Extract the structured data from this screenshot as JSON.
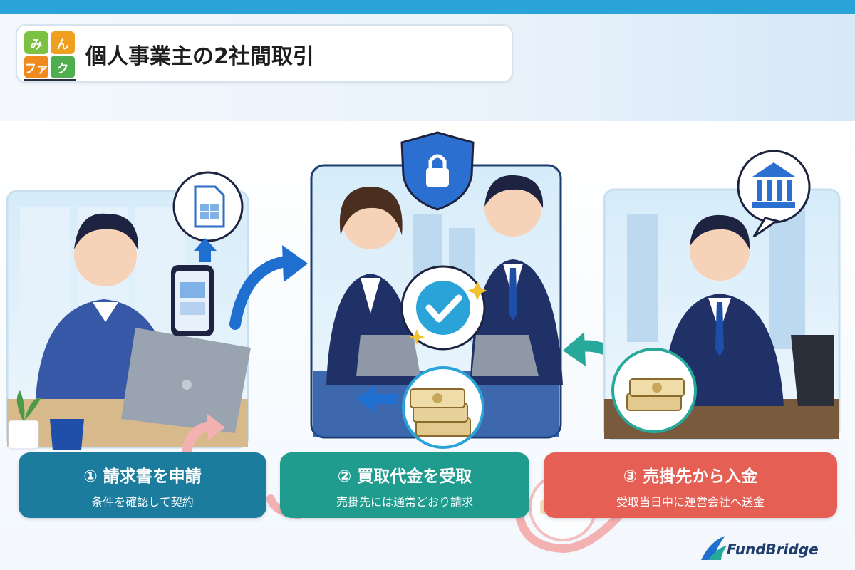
{
  "header": {
    "logo_tiles": [
      "み",
      "ん",
      "ファ",
      "ク"
    ],
    "title": "個人事業主の2社間取引"
  },
  "steps": [
    {
      "label": "① 請求書を申請",
      "desc": "条件を確認して契約",
      "color": "#1b7c9d"
    },
    {
      "label": "② 買取代金を受取",
      "desc": "売掛先には通常どおり請求",
      "color": "#1f9c8e"
    },
    {
      "label": "③ 売掛先から入金",
      "desc": "受取当日中に運営会社へ送金",
      "color": "#e65f55"
    }
  ],
  "icons": [
    "document-icon",
    "shield-lock-icon",
    "checkmark-icon",
    "bank-icon",
    "money-icon"
  ],
  "colors": {
    "accent": "#2aa3d8",
    "blue_arrow": "#1e6fd0",
    "teal_arrow": "#26a99a",
    "red_arrow": "#e87e7e"
  },
  "brand": {
    "name": "FundBridge"
  }
}
